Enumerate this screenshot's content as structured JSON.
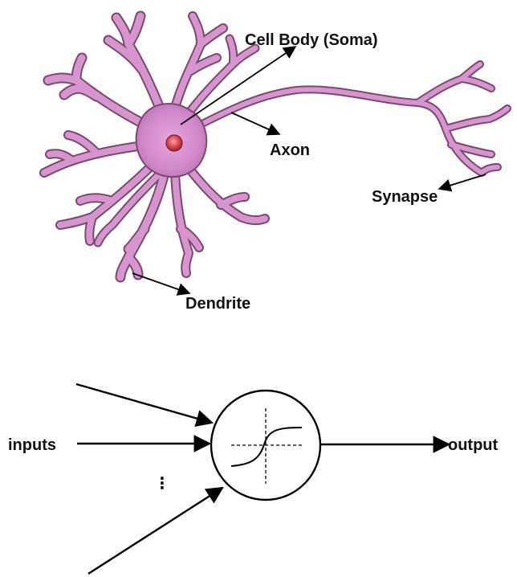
{
  "neuron_labels": {
    "cell_body": "Cell Body (Soma)",
    "axon": "Axon",
    "synapse": "Synapse",
    "dendrite": "Dendrite"
  },
  "model_labels": {
    "inputs": "inputs",
    "output": "output",
    "ellipsis": "⋮"
  },
  "colors": {
    "neuron_fill": "#cf86c9",
    "neuron_edge": "#7a4a6e",
    "nucleus": "#d8424e",
    "ink": "#000000"
  }
}
